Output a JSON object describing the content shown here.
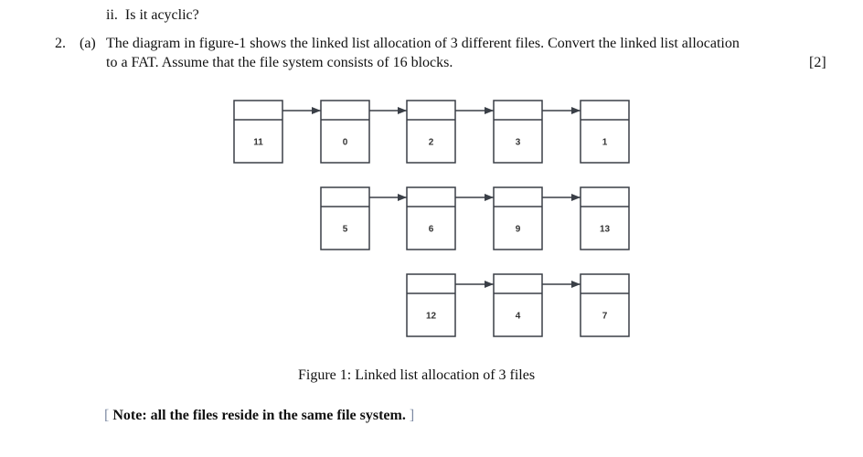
{
  "previous_item": {
    "label": "ii.",
    "text": "Is it acyclic?"
  },
  "question": {
    "number": "2.",
    "part": "(a)",
    "line1": "The diagram in figure-1 shows the linked list allocation of 3 different files. Convert the linked list allocation",
    "line2": "to a FAT. Assume that the file system consists of 16 blocks.",
    "marks": "[2]"
  },
  "diagram": {
    "stroke_color": "#3a3f47",
    "files": [
      {
        "blocks": [
          "11",
          "0",
          "2",
          "3",
          "1"
        ]
      },
      {
        "blocks": [
          "5",
          "6",
          "9",
          "13"
        ]
      },
      {
        "blocks": [
          "12",
          "4",
          "7"
        ]
      }
    ]
  },
  "caption": "Figure 1: Linked list allocation of 3 files",
  "note": {
    "open": "[",
    "text": "Note: all the files reside in the same file system.",
    "close": "]"
  }
}
